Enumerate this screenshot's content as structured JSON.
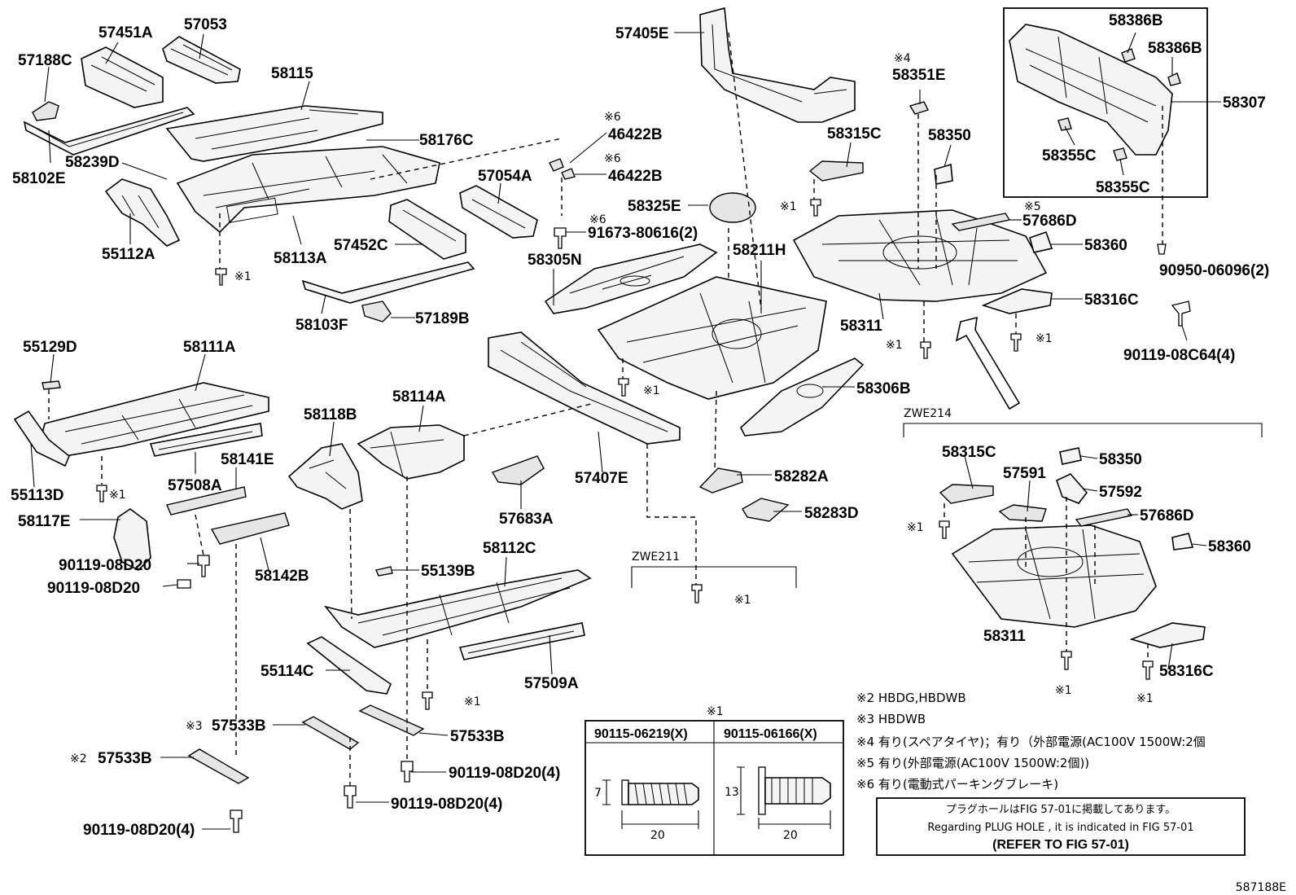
{
  "labels": {
    "p57451A": "57451A",
    "p57053": "57053",
    "p57188C": "57188C",
    "p58115": "58115",
    "p58102E": "58102E",
    "p58239D": "58239D",
    "p58176C": "58176C",
    "p55112A": "55112A",
    "p58113A": "58113A",
    "p57452C": "57452C",
    "p58103F": "58103F",
    "p57189B": "57189B",
    "p57054A": "57054A",
    "p46422B_1": "46422B",
    "p46422B_2": "46422B",
    "p91673": "91673-80616(2)",
    "p57405E": "57405E",
    "p58305N": "58305N",
    "p58325E": "58325E",
    "p58211H": "58211H",
    "p58315C_top": "58315C",
    "p58351E": "58351E",
    "p58350_top": "58350",
    "p57686D_top": "57686D",
    "p58360_top": "58360",
    "p58311_top": "58311",
    "p58316C_top": "58316C",
    "p58306B": "58306B",
    "p58386B_1": "58386B",
    "p58386B_2": "58386B",
    "p58307": "58307",
    "p58355C_1": "58355C",
    "p58355C_2": "58355C",
    "p90950": "90950-06096(2)",
    "p90119_08C64": "90119-08C64(4)",
    "p55129D": "55129D",
    "p58111A": "58111A",
    "p55113D": "55113D",
    "p57508A": "57508A",
    "p58141E": "58141E",
    "p58117E": "58117E",
    "p90119_08D20_a": "90119-08D20",
    "p90119_08D20_b": "90119-08D20",
    "p58118B": "58118B",
    "p58142B": "58142B",
    "p58114A": "58114A",
    "p57407E": "57407E",
    "p57683A": "57683A",
    "p58282A": "58282A",
    "p58283D": "58283D",
    "p58112C": "58112C",
    "p55139B": "55139B",
    "p55114C": "55114C",
    "p57509A": "57509A",
    "p57533B_1": "57533B",
    "p57533B_2": "57533B",
    "p57533B_3": "57533B",
    "p90119_08D20_4a": "90119-08D20(4)",
    "p90119_08D20_4b": "90119-08D20(4)",
    "p90119_08D20_4c": "90119-08D20(4)",
    "p58315C_b": "58315C",
    "p58350_b": "58350",
    "p57591": "57591",
    "p57592": "57592",
    "p57686D_b": "57686D",
    "p58360_b": "58360",
    "p58311_b": "58311",
    "p58316C_b": "58316C"
  },
  "marks": {
    "note1": "※1",
    "note2": "※2",
    "note3": "※3",
    "note4": "※4",
    "note5": "※5",
    "note6": "※6"
  },
  "variants": {
    "zwe211": "ZWE211",
    "zwe214": "ZWE214"
  },
  "bolt_table": {
    "title": "※1",
    "col1": "90115-06219(X)",
    "col2": "90115-06166(X)",
    "col1_height": "7",
    "col1_length": "20",
    "col2_height": "13",
    "col2_length": "20"
  },
  "notes": [
    "※2  HBDG,HBDWB",
    "※3  HBDWB",
    "※4  有り(スペアタイヤ)；有り（外部電源(AC100V 1500W:2個",
    "※5  有り(外部電源(AC100V 1500W:2個))",
    "※6  有り(電動式パーキングブレーキ)"
  ],
  "plug_hole": {
    "line1": "プラグホールはFIG 57-01に掲載してあります。",
    "line2": "Regarding  PLUG  HOLE , it is indicated in FIG  57-01",
    "line3": "(REFER TO FIG 57-01)"
  },
  "figure_id": "587188E"
}
